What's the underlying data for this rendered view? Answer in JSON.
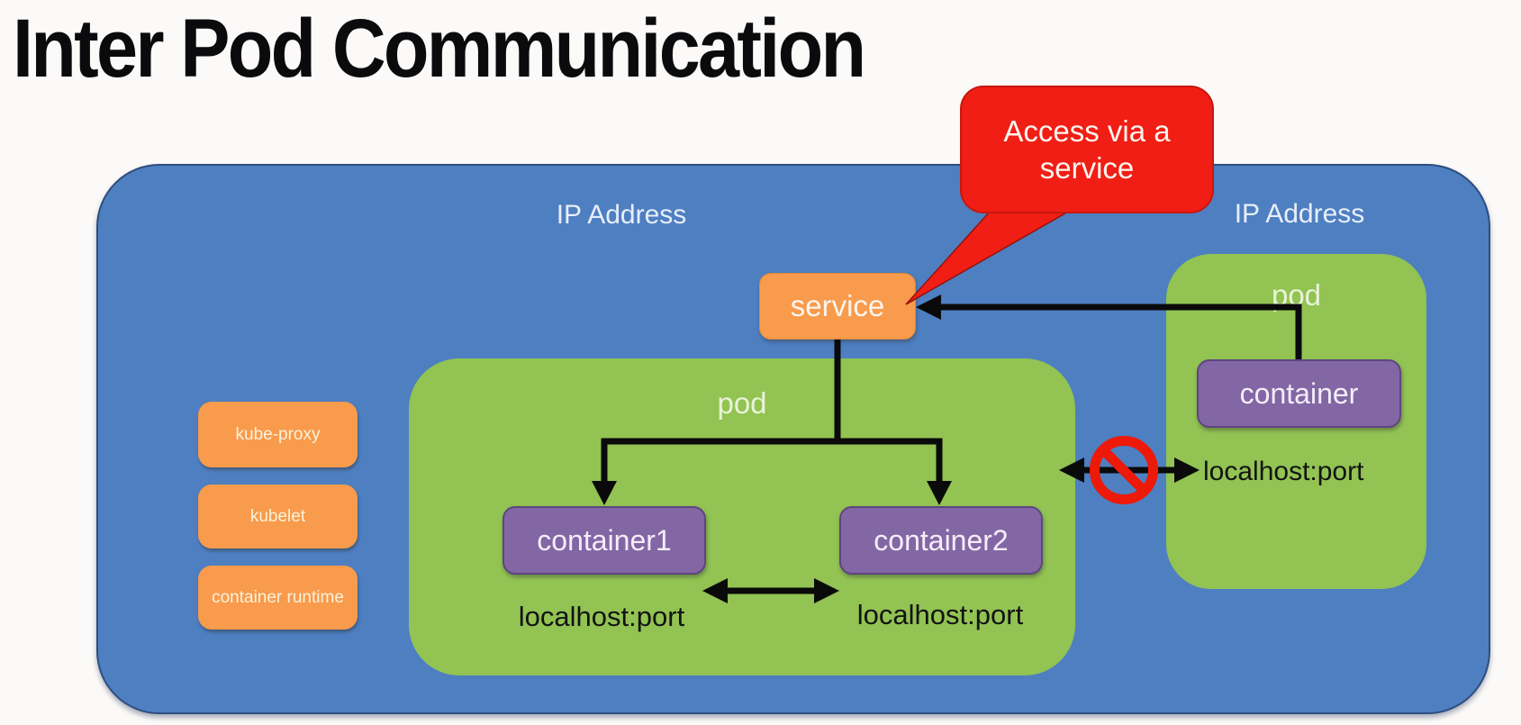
{
  "slide": {
    "title": "Inter Pod Communication"
  },
  "callout": {
    "line1": "Access via a",
    "line2": "service"
  },
  "node": {
    "ip_address_left": "IP Address",
    "ip_address_right": "IP Address",
    "service": {
      "label": "service"
    },
    "components": [
      {
        "label": "kube-proxy"
      },
      {
        "label": "kubelet"
      },
      {
        "label": "container runtime"
      }
    ],
    "center_pod": {
      "label": "pod",
      "containers": [
        {
          "label": "container1",
          "port_label": "localhost:port"
        },
        {
          "label": "container2",
          "port_label": "localhost:port"
        }
      ]
    },
    "right_pod": {
      "label": "pod",
      "container": {
        "label": "container",
        "port_label": "localhost:port"
      }
    }
  },
  "icons": {
    "no_entry": "prohibition-sign"
  },
  "colors": {
    "node_blue": "#4E7FC1",
    "pod_green": "#92C353",
    "component_orange": "#F89B4C",
    "container_purple": "#8367A5",
    "callout_red": "#F01E14",
    "prohibit_red": "#ED1909",
    "line_black": "#0a0a0a"
  }
}
